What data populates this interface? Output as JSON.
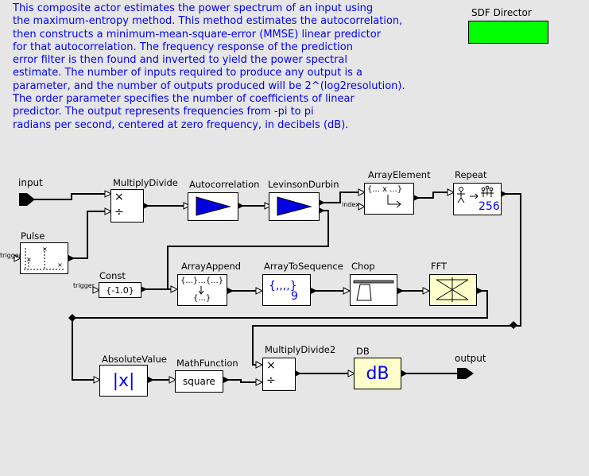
{
  "description": "This composite actor estimates the power spectrum of an input using\nthe maximum-entropy method.  This method estimates the autocorrelation,\nthen constructs a minimum-mean-square-error (MMSE) linear predictor\nfor that autocorrelation.  The frequency response of the prediction\nerror filter is then found and inverted to yield the power spectral\nestimate. The number of inputs required to produce any output is a\nparameter, and the number of outputs produced will be 2^(log2resolution).\nThe order parameter specifies the number of coefficients of linear\npredictor. The output represents frequencies from -pi to pi\nradians per second, centered at zero frequency, in decibels (dB).",
  "director": {
    "label": "SDF Director",
    "color": "#00ff00"
  },
  "ports": {
    "input": "input",
    "output": "output"
  },
  "actors": {
    "multiply_divide": {
      "label": "MultiplyDivide",
      "times": "×",
      "divide": "÷"
    },
    "autocorrelation": {
      "label": "Autocorrelation"
    },
    "levinson_durbin": {
      "label": "LevinsonDurbin"
    },
    "array_element": {
      "label": "ArrayElement",
      "icon_text": "{... x ...}",
      "port_label": "index"
    },
    "repeat": {
      "label": "Repeat",
      "count": "256"
    },
    "pulse": {
      "label": "Pulse",
      "port_label": "trigger"
    },
    "const": {
      "label": "Const",
      "value": "{-1.0}",
      "port_label": "trigger"
    },
    "array_append": {
      "label": "ArrayAppend",
      "icon_top": "{...}...{...}",
      "icon_bottom": "{...}"
    },
    "array_to_sequence": {
      "label": "ArrayToSequence",
      "icon_text": "{,,,,}",
      "count": "9"
    },
    "chop": {
      "label": "Chop"
    },
    "fft": {
      "label": "FFT"
    },
    "absolute_value": {
      "label": "AbsoluteValue",
      "icon_text": "|x|"
    },
    "math_function": {
      "label": "MathFunction",
      "icon_text": "square"
    },
    "multiply_divide2": {
      "label": "MultiplyDivide2",
      "times": "×",
      "divide": "÷"
    },
    "db": {
      "label": "DB",
      "icon_text": "dB"
    }
  },
  "colors": {
    "description_text": "#0000ff",
    "canvas_background": "#e6e6e6",
    "filter_fill": "#0000e0",
    "highlight_actor_fill": "#ffffcc",
    "director_fill": "#00ff00"
  }
}
